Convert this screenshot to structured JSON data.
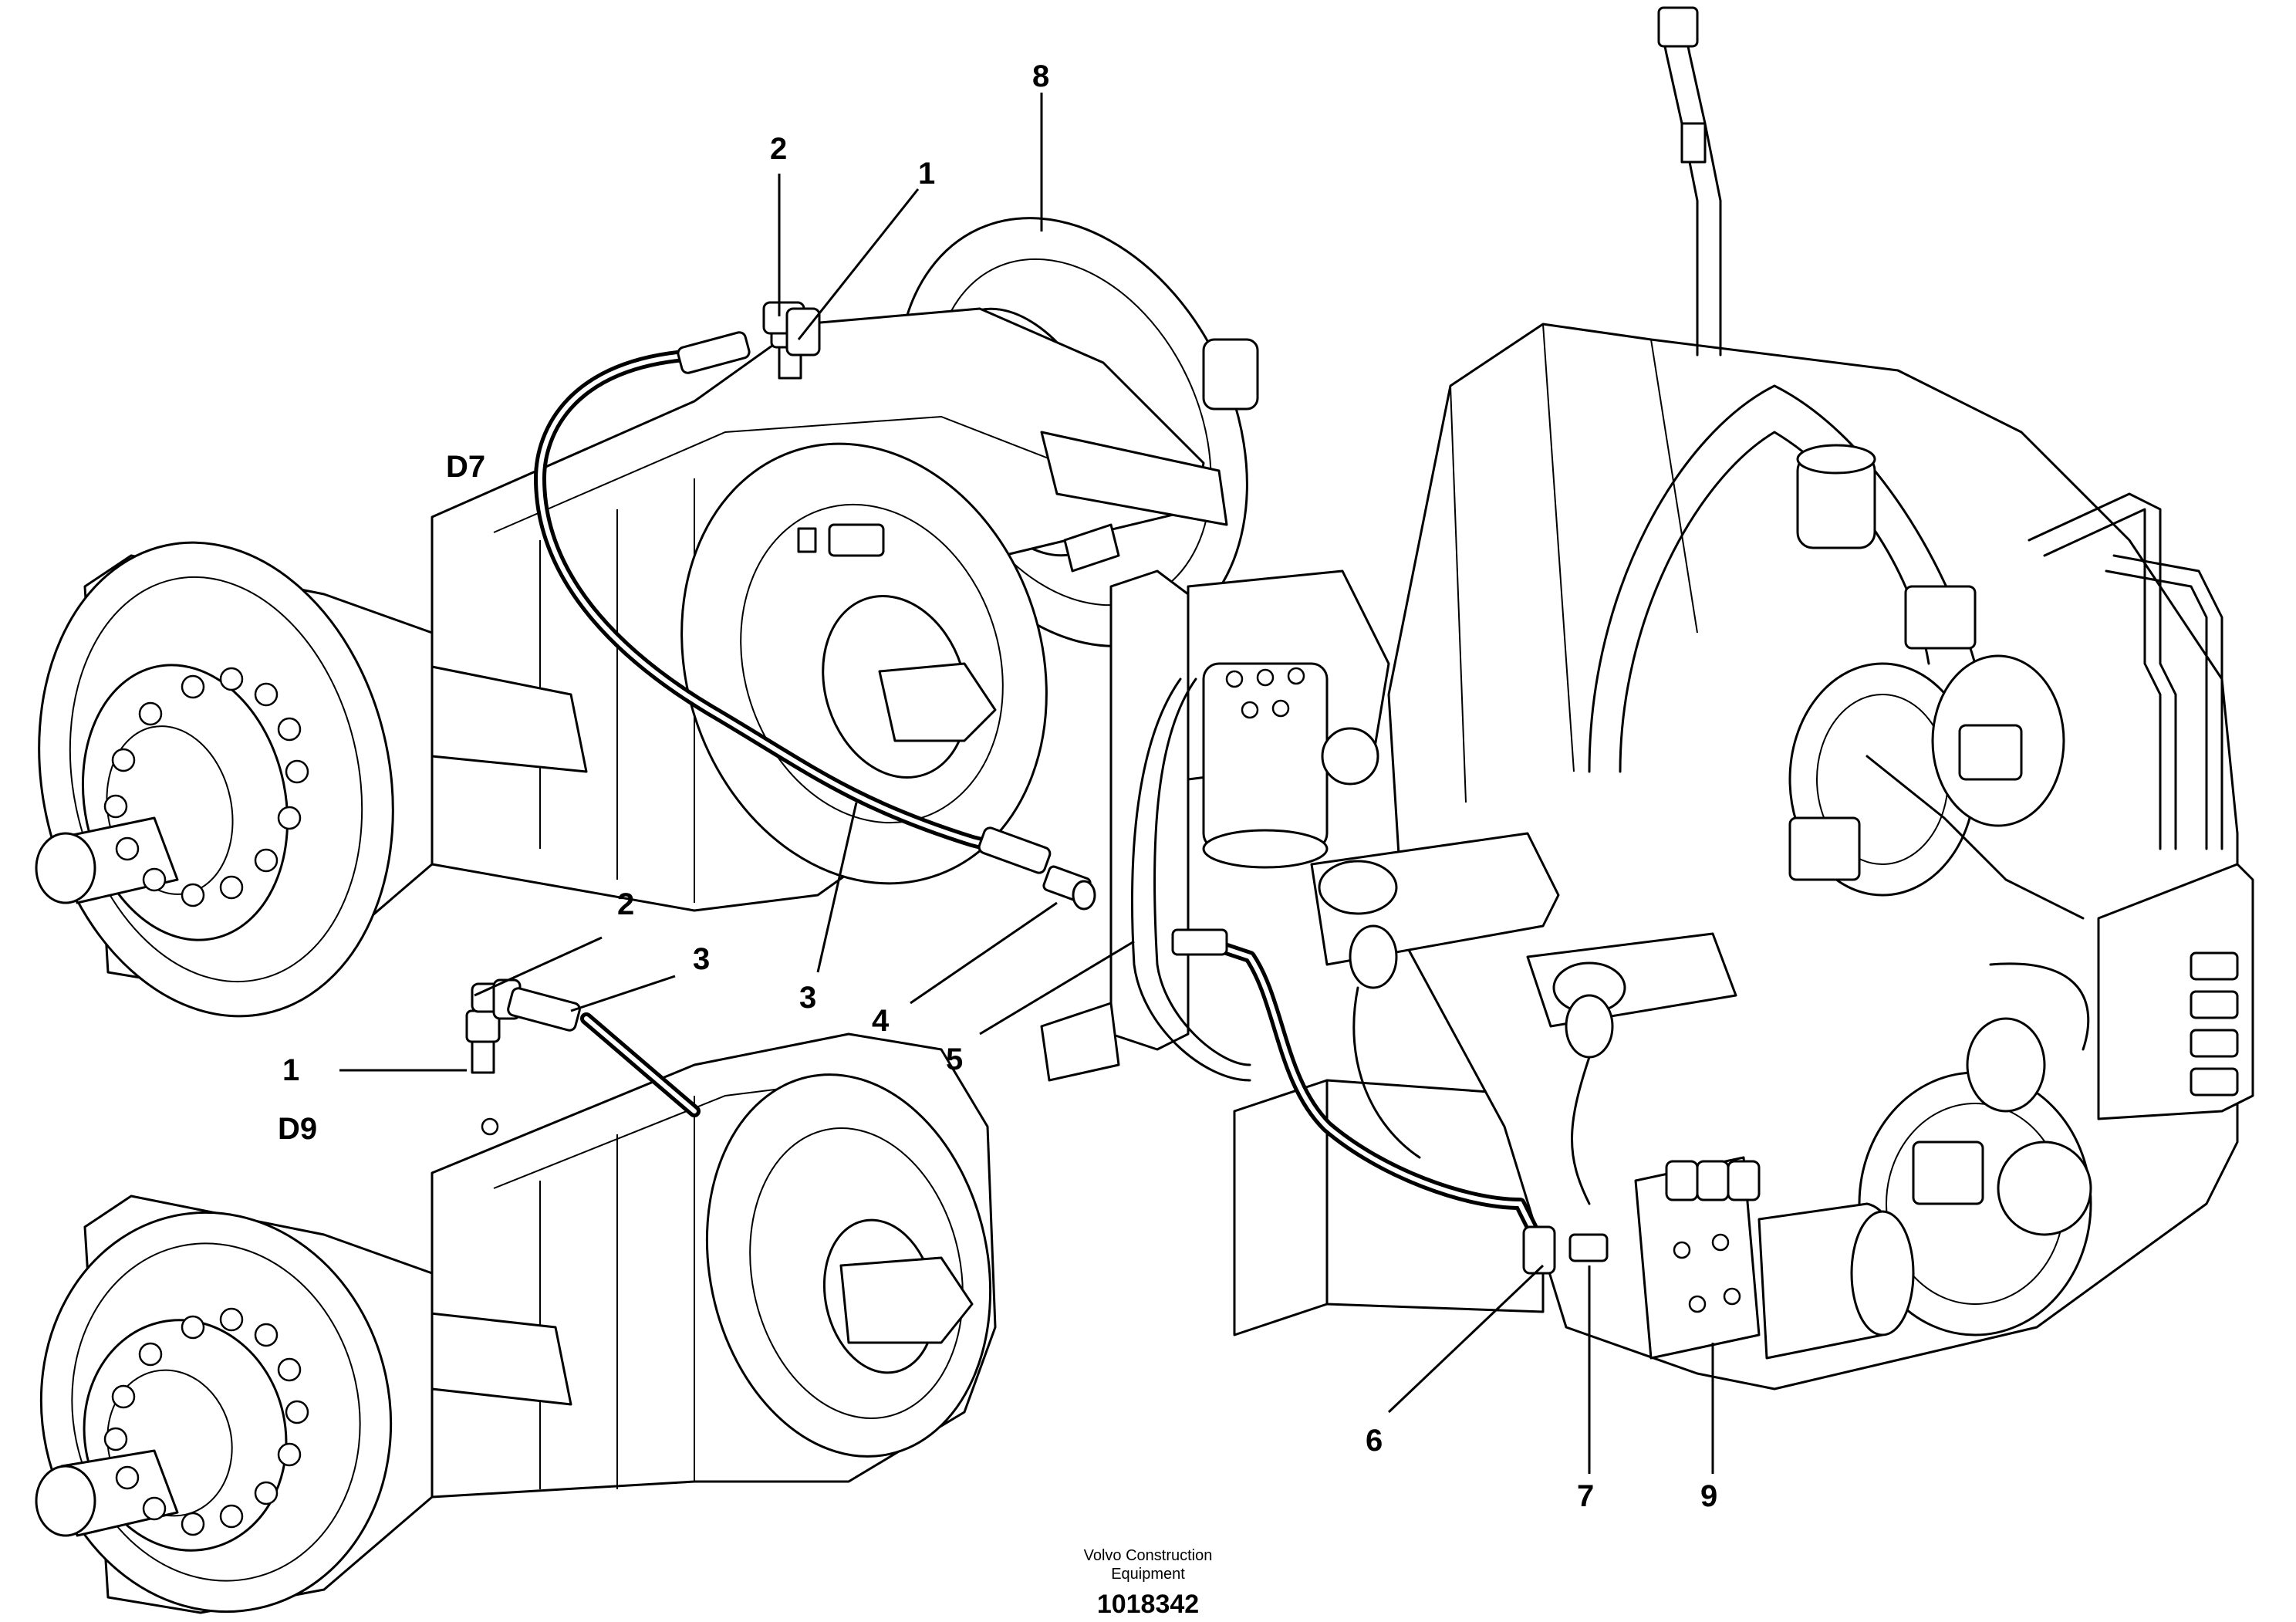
{
  "variants": {
    "upper": "D7",
    "lower": "D9"
  },
  "callouts": {
    "c1_top": "1",
    "c2_top": "2",
    "c8": "8",
    "c2_mid": "2",
    "c3_mid": "3",
    "c1_low": "1",
    "c3_low": "3",
    "c4": "4",
    "c5": "5",
    "c6": "6",
    "c7": "7",
    "c9": "9"
  },
  "footer": {
    "publisher_line1": "Volvo Construction",
    "publisher_line2": "Equipment",
    "illustration_number": "1018342"
  }
}
